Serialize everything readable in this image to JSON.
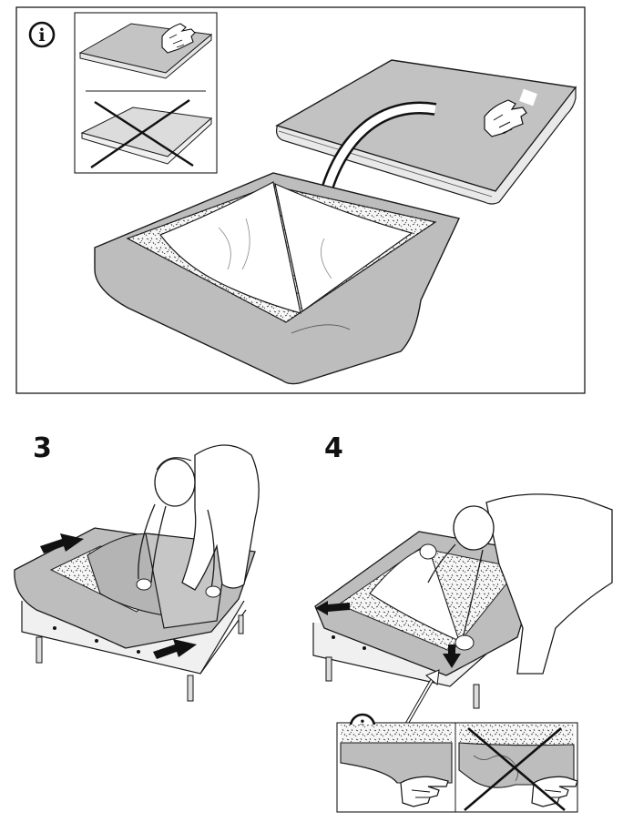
{
  "steps": [
    {
      "number": "3"
    },
    {
      "number": "4"
    }
  ],
  "info_badges": [
    {
      "symbol": "i"
    },
    {
      "symbol": "i"
    }
  ],
  "colors": {
    "cover_grey": "#bdbdbd",
    "cover_dark": "#8e8e8e",
    "outline": "#1a1a1a",
    "foam": "#f4f4f4",
    "sheet": "#ffffff"
  },
  "icons": [
    "info-icon",
    "hand-pointer-icon",
    "arrow-icon",
    "cross-out-icon"
  ]
}
